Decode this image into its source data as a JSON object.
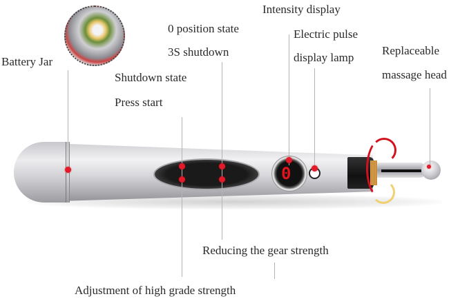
{
  "diagram": {
    "subject": "Electronic acupuncture massage pen",
    "labels": {
      "battery_jar": "Battery Jar",
      "zero_position_state": "0  position state",
      "three_s_shutdown": "3S shutdown",
      "shutdown_state": "Shutdown state",
      "press_start": "Press start",
      "intensity_display": "Intensity display",
      "electric_pulse": "Electric pulse",
      "display_lamp": "display lamp",
      "replaceable": "Replaceable",
      "massage_head": "massage head",
      "reducing_gear": "Reducing the gear strength",
      "adjustment_high": "Adjustment of high grade strength"
    },
    "display_digit": "0",
    "colors": {
      "marker": "#e21a2a",
      "leader_line": "#b4b4b4",
      "text": "#2a2a2a",
      "body_silver": "#d8d8dc",
      "digit_red": "#e0141e"
    }
  }
}
